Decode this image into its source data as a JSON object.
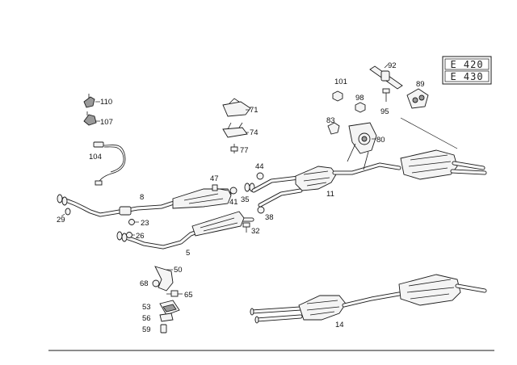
{
  "model_badges": [
    "E 420",
    "E 430"
  ],
  "callouts": {
    "c5": "5",
    "c8": "8",
    "c11": "11",
    "c14": "14",
    "c23": "23",
    "c26": "26",
    "c29": "29",
    "c32": "32",
    "c35": "35",
    "c38": "38",
    "c41": "41",
    "c44": "44",
    "c47": "47",
    "c50": "50",
    "c53": "53",
    "c56": "56",
    "c59": "59",
    "c65": "65",
    "c68": "68",
    "c71": "71",
    "c74": "74",
    "c77": "77",
    "c80": "80",
    "c83": "83",
    "c89": "89",
    "c92": "92",
    "c95": "95",
    "c98": "98",
    "c101": "101",
    "c104": "104",
    "c107": "107",
    "c110": "110"
  }
}
